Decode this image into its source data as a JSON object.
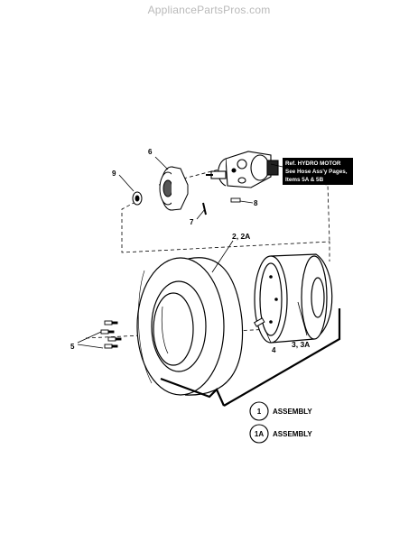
{
  "watermark": "AppliancePartsPros.com",
  "callouts": {
    "item_6": "6",
    "item_9": "9",
    "item_7": "7",
    "item_8": "8",
    "item_2_2a": "2, 2A",
    "item_5": "5",
    "item_4": "4",
    "item_3_3a": "3, 3A"
  },
  "reference_box": {
    "line1": "Ref. HYDRO MOTOR",
    "line2": "See Hose Ass'y Pages,",
    "line3": "Items 5A & 5B"
  },
  "legend": [
    {
      "symbol": "1",
      "label": "ASSEMBLY"
    },
    {
      "symbol": "1A",
      "label": "ASSEMBLY"
    }
  ]
}
